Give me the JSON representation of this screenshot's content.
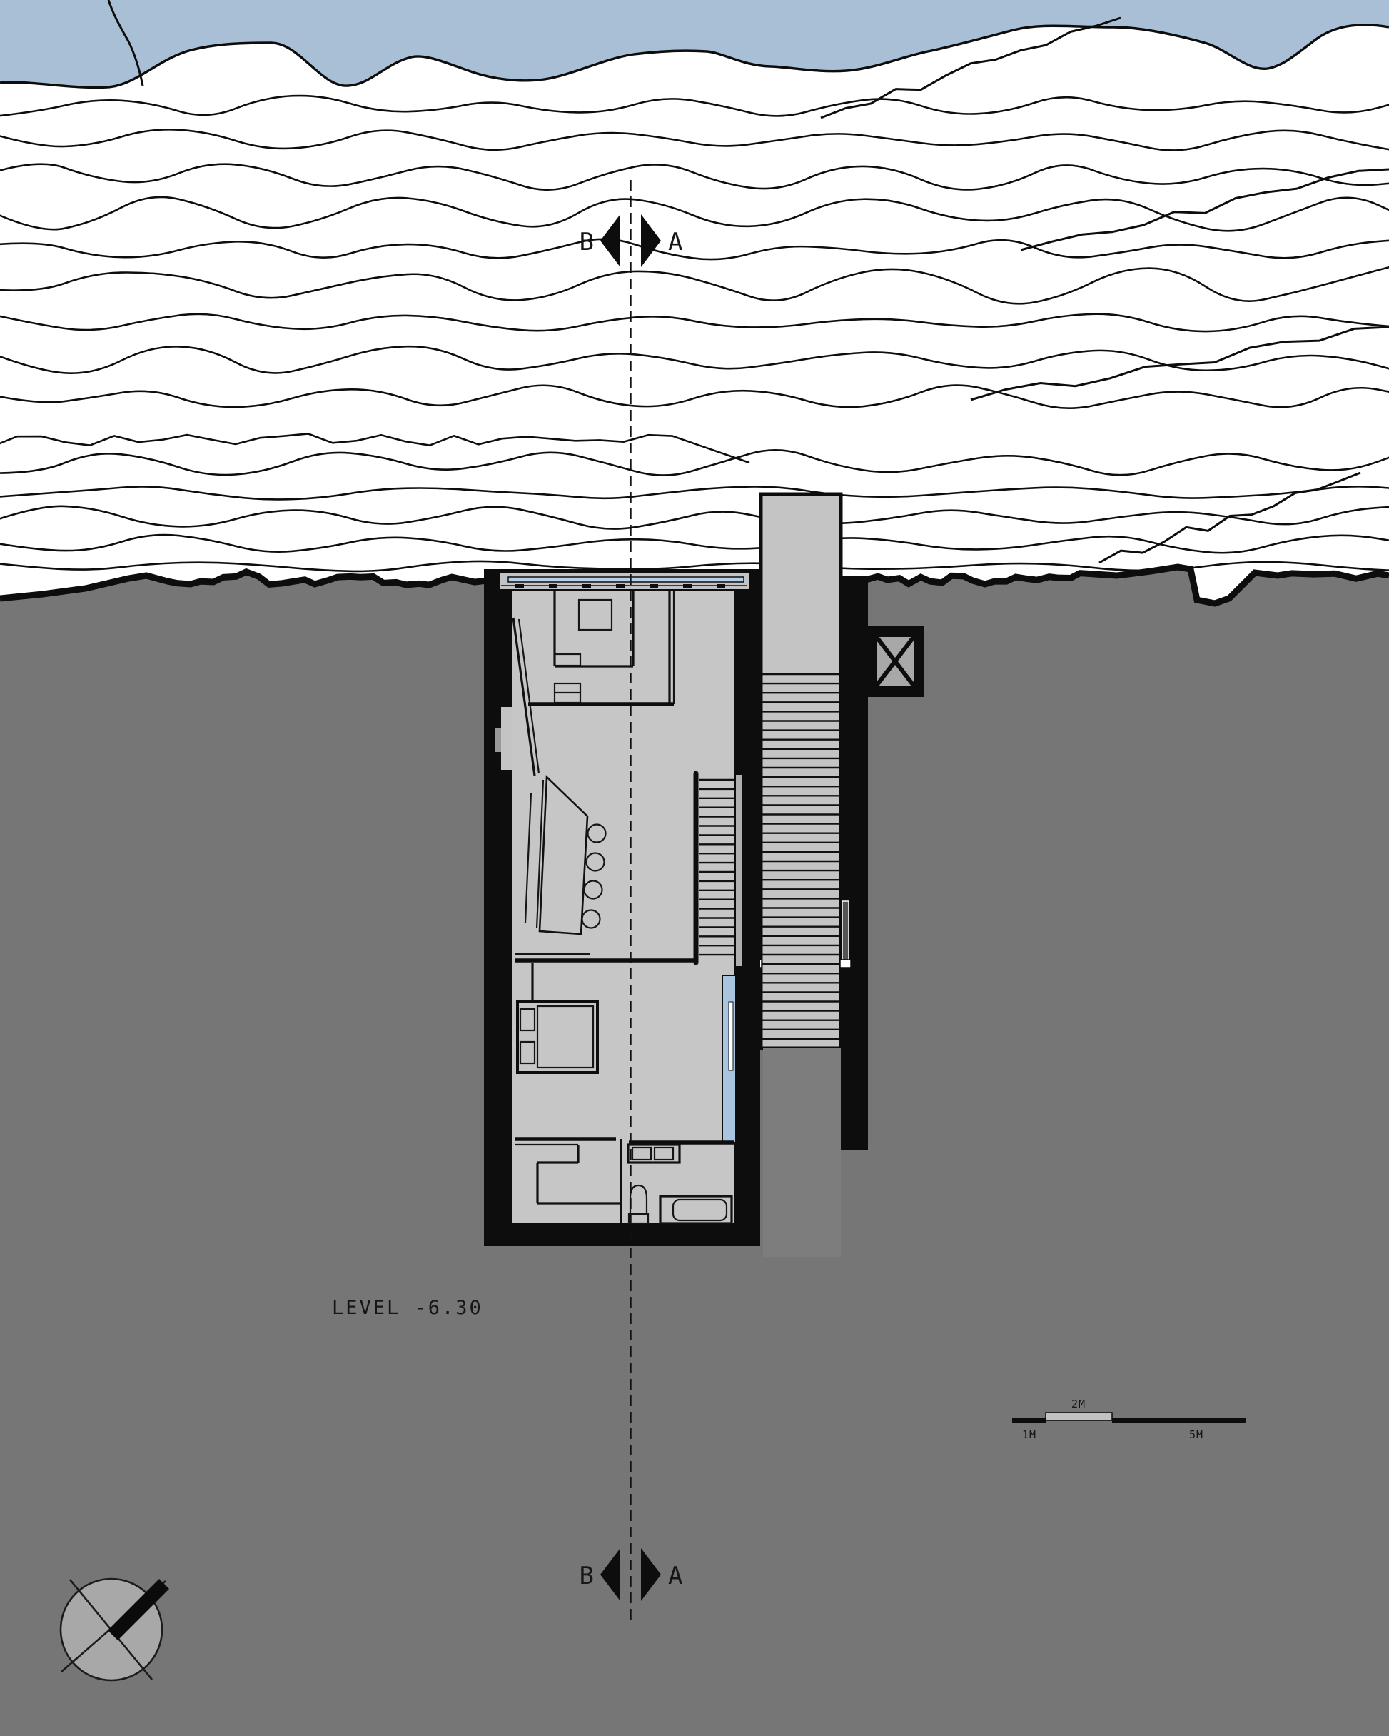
{
  "drawing": {
    "type": "architectural-floor-plan",
    "level_label": "LEVEL -6.30"
  },
  "section_markers": {
    "top": {
      "left_letter": "B",
      "right_letter": "A"
    },
    "bottom": {
      "left_letter": "B",
      "right_letter": "A"
    }
  },
  "scale_bar": {
    "label_1m": "1M",
    "label_2m": "2M",
    "label_5m": "5M"
  },
  "colors": {
    "water": "#a9bfd5",
    "ground": "#767676",
    "floor": "#c6c6c6",
    "tower": "#c4c4c4",
    "stairwell": "#7d7d7d",
    "pool": "#a9c4de",
    "window_band": "#b5cfe6",
    "shaft_inner": "#a8a8a8",
    "compass_face": "#a8a8a8",
    "scale_block": "#c2c2c2",
    "wall_black": "#0d0d0d",
    "line_black": "#161616",
    "wall_insert": "#c4c4c4",
    "wall_insert_dark": "#999999"
  }
}
